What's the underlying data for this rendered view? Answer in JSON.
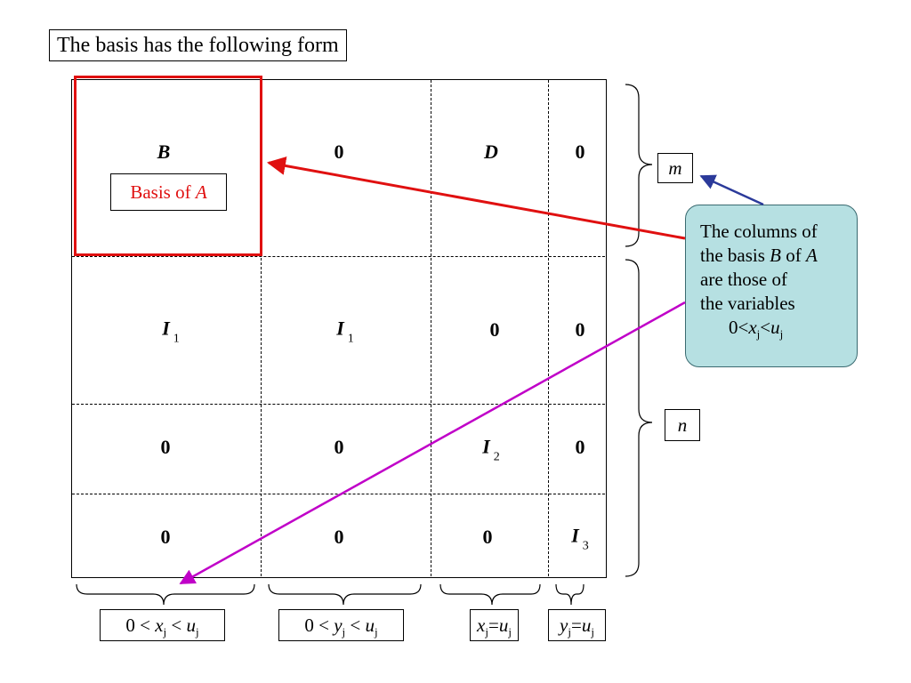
{
  "title": "The basis has the following form",
  "cells": {
    "r1": [
      "B",
      "0",
      "D",
      "0"
    ],
    "r2": [
      {
        "t": "I",
        "s": "1"
      },
      {
        "t": "I",
        "s": "1"
      },
      {
        "t": "0"
      },
      {
        "t": "0"
      }
    ],
    "r3": [
      {
        "t": "0"
      },
      {
        "t": "0"
      },
      {
        "t": "I",
        "s": "2"
      },
      {
        "t": "0"
      }
    ],
    "r4": [
      {
        "t": "0"
      },
      {
        "t": "0"
      },
      {
        "t": "0"
      },
      {
        "t": "I",
        "s": "3"
      }
    ]
  },
  "basis_label": {
    "prefix": "Basis of ",
    "var": "A"
  },
  "right_labels": {
    "m": "m",
    "n": "n"
  },
  "bottom_labels": [
    {
      "a": "0 < ",
      "v": "x",
      "s": "j",
      "b": " < ",
      "u": "u",
      "us": "j"
    },
    {
      "a": "0 < ",
      "v": "y",
      "s": "j",
      "b": " < ",
      "u": "u",
      "us": "j"
    },
    {
      "a": "",
      "v": "x",
      "s": "j",
      "b": "=",
      "u": "u",
      "us": "j"
    },
    {
      "a": "",
      "v": "y",
      "s": "j",
      "b": "=",
      "u": "u",
      "us": "j"
    }
  ],
  "callout": {
    "line1": "The columns of",
    "line2a": "the basis ",
    "line2b": "B",
    "line2c": " of ",
    "line2d": "A",
    "line3": "are those of",
    "line4": "the variables",
    "line5a": "0<",
    "line5v": "x",
    "line5s": "j",
    "line5b": "<",
    "line5u": "u",
    "line5us": "j"
  },
  "colors": {
    "red": "#e01010",
    "magenta": "#c000c8",
    "navy": "#2b3a9a",
    "callout_fill": "#b6e0e2"
  }
}
